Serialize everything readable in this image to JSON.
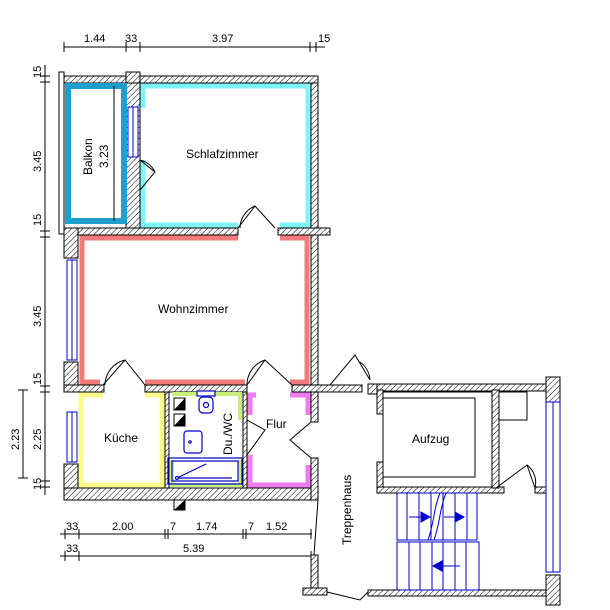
{
  "colors": {
    "balkon": "#1f9fd0",
    "schlafzimmer": "#7ff5f5",
    "wohnzimmer": "#f47a7a",
    "kueche": "#fafa8a",
    "bad": "#c8f07a",
    "flur": "#f07af0",
    "fixtures": "#0000cc",
    "wall_line": "#000000"
  },
  "rooms": {
    "balkon": {
      "name": "Balkon",
      "area": "3.23"
    },
    "schlafzimmer": {
      "name": "Schlafzimmer"
    },
    "wohnzimmer": {
      "name": "Wohnzimmer"
    },
    "kueche": {
      "name": "Küche"
    },
    "bad": {
      "name": "Du./WC"
    },
    "flur": {
      "name": "Flur"
    },
    "treppenhaus": {
      "name": "Treppenhaus"
    },
    "aufzug": {
      "name": "Aufzug"
    }
  },
  "dimensions": {
    "top": [
      "1.44",
      "33",
      "3.97",
      "15"
    ],
    "left_outer": [
      "15",
      "3.45",
      "15",
      "3.45",
      "15",
      "2.25",
      "15"
    ],
    "left_inner": [
      "2.23"
    ],
    "bottom_row1": [
      "33",
      "2.00",
      "7",
      "1.74",
      "7",
      "1.52"
    ],
    "bottom_row2": [
      "33",
      "5.39"
    ]
  }
}
